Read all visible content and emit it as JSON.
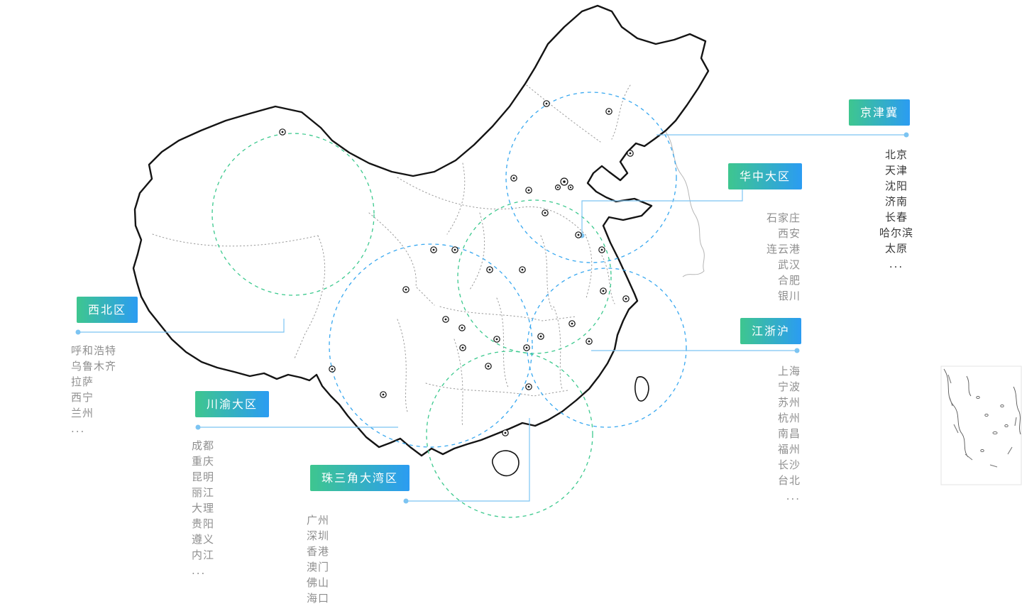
{
  "colors": {
    "badge_start": "#3ec68f",
    "badge_end": "#2b9cf2",
    "connector": "#7cc4f2",
    "circle_blue": "#38a8f0",
    "circle_green": "#3cc98e",
    "map_stroke": "#141414",
    "province_stroke": "#9a9a9a",
    "city_list": "#8f8f8f",
    "city_list_dark": "#383838"
  },
  "regions": [
    {
      "id": "jingjinji",
      "label": "京津冀",
      "cities": [
        "北京",
        "天津",
        "沈阳",
        "济南",
        "长春",
        "哈尔滨",
        "太原",
        "..."
      ]
    },
    {
      "id": "huazhong",
      "label": "华中大区",
      "cities": [
        "石家庄",
        "西安",
        "连云港",
        "武汉",
        "合肥",
        "银川"
      ]
    },
    {
      "id": "xibei",
      "label": "西北区",
      "cities": [
        "呼和浩特",
        "乌鲁木齐",
        "拉萨",
        "西宁",
        "兰州",
        "..."
      ]
    },
    {
      "id": "chuanyu",
      "label": "川渝大区",
      "cities": [
        "成都",
        "重庆",
        "昆明",
        "丽江",
        "大理",
        "贵阳",
        "遵义",
        "内江",
        "..."
      ]
    },
    {
      "id": "zhusanjiao",
      "label": "珠三角大湾区",
      "cities": [
        "广州",
        "深圳",
        "香港",
        "澳门",
        "佛山",
        "海口",
        "..."
      ]
    },
    {
      "id": "jiangzhehu",
      "label": "江浙沪",
      "cities": [
        "上海",
        "宁波",
        "苏州",
        "杭州",
        "南昌",
        "福州",
        "长沙",
        "台北",
        "..."
      ]
    }
  ]
}
